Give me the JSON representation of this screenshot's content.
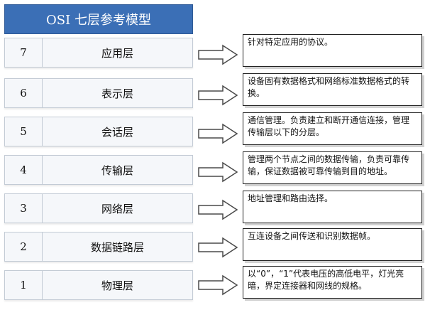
{
  "title": "OSI 七层参考模型",
  "layers": [
    {
      "num": "7",
      "name": "应用层",
      "desc": "针对特定应用的协议。"
    },
    {
      "num": "6",
      "name": "表示层",
      "desc": "设备固有数据格式和网络标准数据格式的转换。"
    },
    {
      "num": "5",
      "name": "会话层",
      "desc": "通信管理。负责建立和断开通信连接，管理传输层以下的分层。"
    },
    {
      "num": "4",
      "name": "传输层",
      "desc": "管理两个节点之间的数据传输，负责可靠传输，保证数据被可靠传输到目的地址。"
    },
    {
      "num": "3",
      "name": "网络层",
      "desc": "地址管理和路由选择。"
    },
    {
      "num": "2",
      "name": "数据链路层",
      "desc": "互连设备之间传送和识别数据帧。"
    },
    {
      "num": "1",
      "name": "物理层",
      "desc": "以“0”，“1”代表电压的高低电平，灯光亮暗，界定连接器和网线的规格。"
    }
  ],
  "colors": {
    "title_bg": "#3b6fb6",
    "title_text": "#ffffff",
    "row_bg": "#f5f7fa"
  }
}
